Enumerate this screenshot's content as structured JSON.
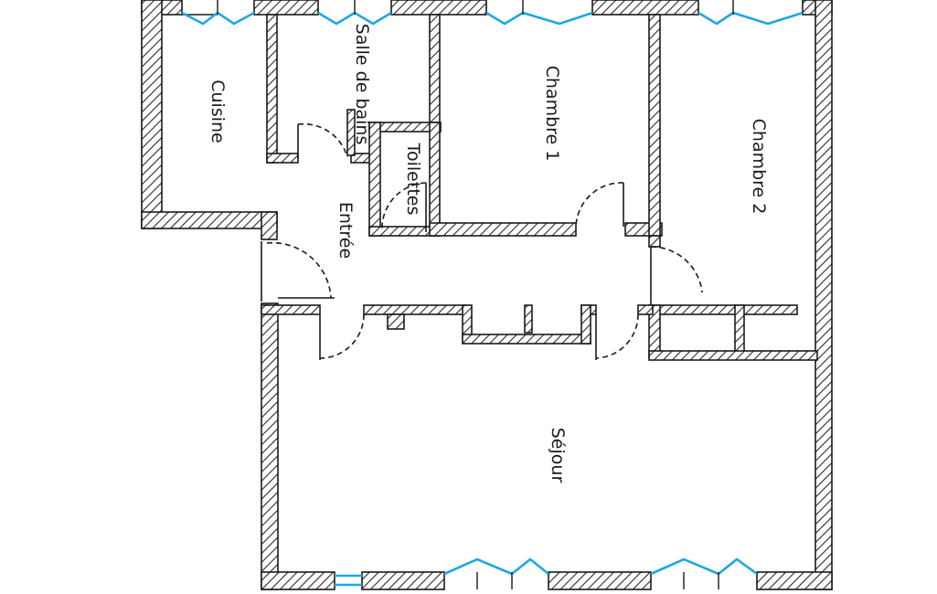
{
  "floor_plan": {
    "rooms": {
      "cuisine": "Cuisine",
      "salle_de_bains": "Salle de bains",
      "toilettes": "Toilettes",
      "chambre_1": "Chambre 1",
      "chambre_2": "Chambre 2",
      "entree": "Entrée",
      "sejour": "Séjour"
    },
    "colors": {
      "wall_outline": "#1a1a1a",
      "wall_hatch": "#2a2a2a",
      "window_glass": "#1ea7e1",
      "door_swing": "#1a1a1a",
      "background": "#ffffff"
    },
    "icons": [
      "window-icon",
      "door-icon"
    ]
  }
}
